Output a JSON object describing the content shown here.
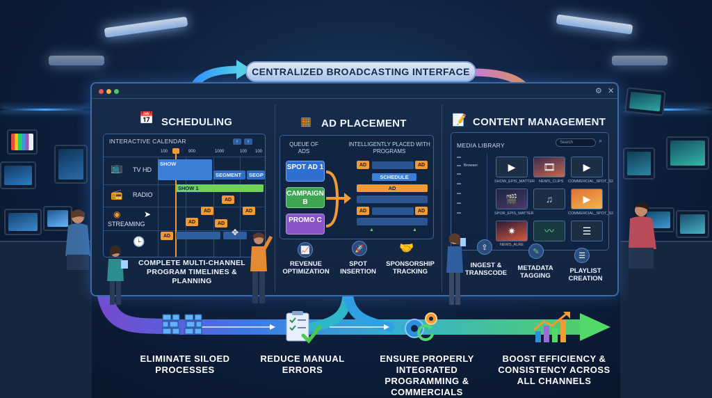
{
  "header": {
    "title": "CENTRALIZED BROADCASTING INTERFACE"
  },
  "scheduling": {
    "title": "SCHEDULING",
    "calendar_label": "INTERACTIVE CALENDAR",
    "ruler": [
      "100",
      "900",
      "1000",
      "100",
      "100"
    ],
    "rows": [
      {
        "label": "TV HD"
      },
      {
        "label": "RADIO"
      },
      {
        "label": "STREAMING"
      }
    ],
    "bars": {
      "show": "SHOW",
      "segment": "SEGMENT",
      "segp": "SEGP",
      "show1": "SHOW 1"
    },
    "ad_label": "AD",
    "caption": "COMPLETE MULTI-CHANNEL PROGRAM TIMELINES & PLANNING"
  },
  "ad_placement": {
    "title": "AD PLACEMENT",
    "queue_label": "QUEUE OF ADS",
    "placed_label": "INTELLIGENTLY PLACED WITH PROGRAMS",
    "spots": [
      "SPOT AD 1",
      "CAMPAIGN B",
      "PROMO C"
    ],
    "schedule_label": "SCHEDULE",
    "ad_label": "AD",
    "captions": [
      "REVENUE OPTIMIZATION",
      "SPOT INSERTION",
      "SPONSORSHIP TRACKING"
    ]
  },
  "content": {
    "title": "CONTENT MANAGEMENT",
    "library_label": "MEDIA LIBRARY",
    "search_placeholder": "Search",
    "browser_label": "Browser",
    "thumbs": [
      "SHOW_EPIS_MATTER",
      "NEWS_CLIPS",
      "COMMERCIAL_SPOT_S2",
      "SPOR_EPIS_MATTER",
      "",
      "COMMERCIAL_SPOT_S2",
      "NEWS_ALRE",
      "",
      ""
    ],
    "captions": [
      "INGEST & TRANSCODE",
      "METADATA TAGGING",
      "PLAYLIST CREATION"
    ]
  },
  "benefits": [
    "ELIMINATE SILOED PROCESSES",
    "REDUCE MANUAL ERRORS",
    "ENSURE PROPERLY INTEGRATED PROGRAMMING & COMMERCIALS",
    "BOOST EFFICIENCY & CONSISTENCY ACROSS ALL CHANNELS"
  ],
  "colors": {
    "accent_blue": "#4aa8ff",
    "ad_orange": "#f29a34",
    "green": "#6fd15b",
    "purple": "#9b6bd6"
  }
}
